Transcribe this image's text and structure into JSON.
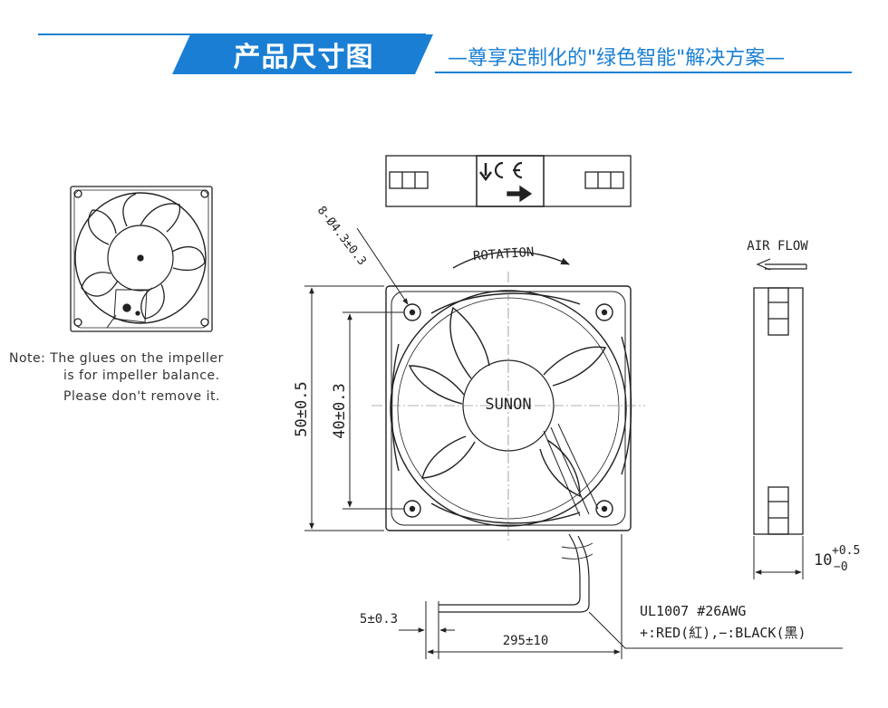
{
  "header": {
    "title": "产品尺寸图",
    "subtitle": "—尊享定制化的\"绿色智能\"解决方案—",
    "accent_color": "#1a7fd4"
  },
  "drawing": {
    "note_lines": [
      "Note: The glues on the impeller",
      "is for impeller balance.",
      "Please don't remove it."
    ],
    "hole_spec": "8-Ø4.3±0.3",
    "rotation_label": "ROTATION",
    "brand_label": "SUNON",
    "air_flow_label": "AIR FLOW",
    "dim_outer": "50±0.5",
    "dim_hole_pitch": "40±0.3",
    "dim_thickness": "10",
    "dim_thickness_upper_tol": "+0.5",
    "dim_thickness_lower_tol": "−0",
    "dim_wire_strip": "5±0.3",
    "dim_wire_length": "295±10",
    "wire_spec": "UL1007  #26AWG",
    "wire_colors": "+:RED(紅),−:BLACK(黑)"
  }
}
